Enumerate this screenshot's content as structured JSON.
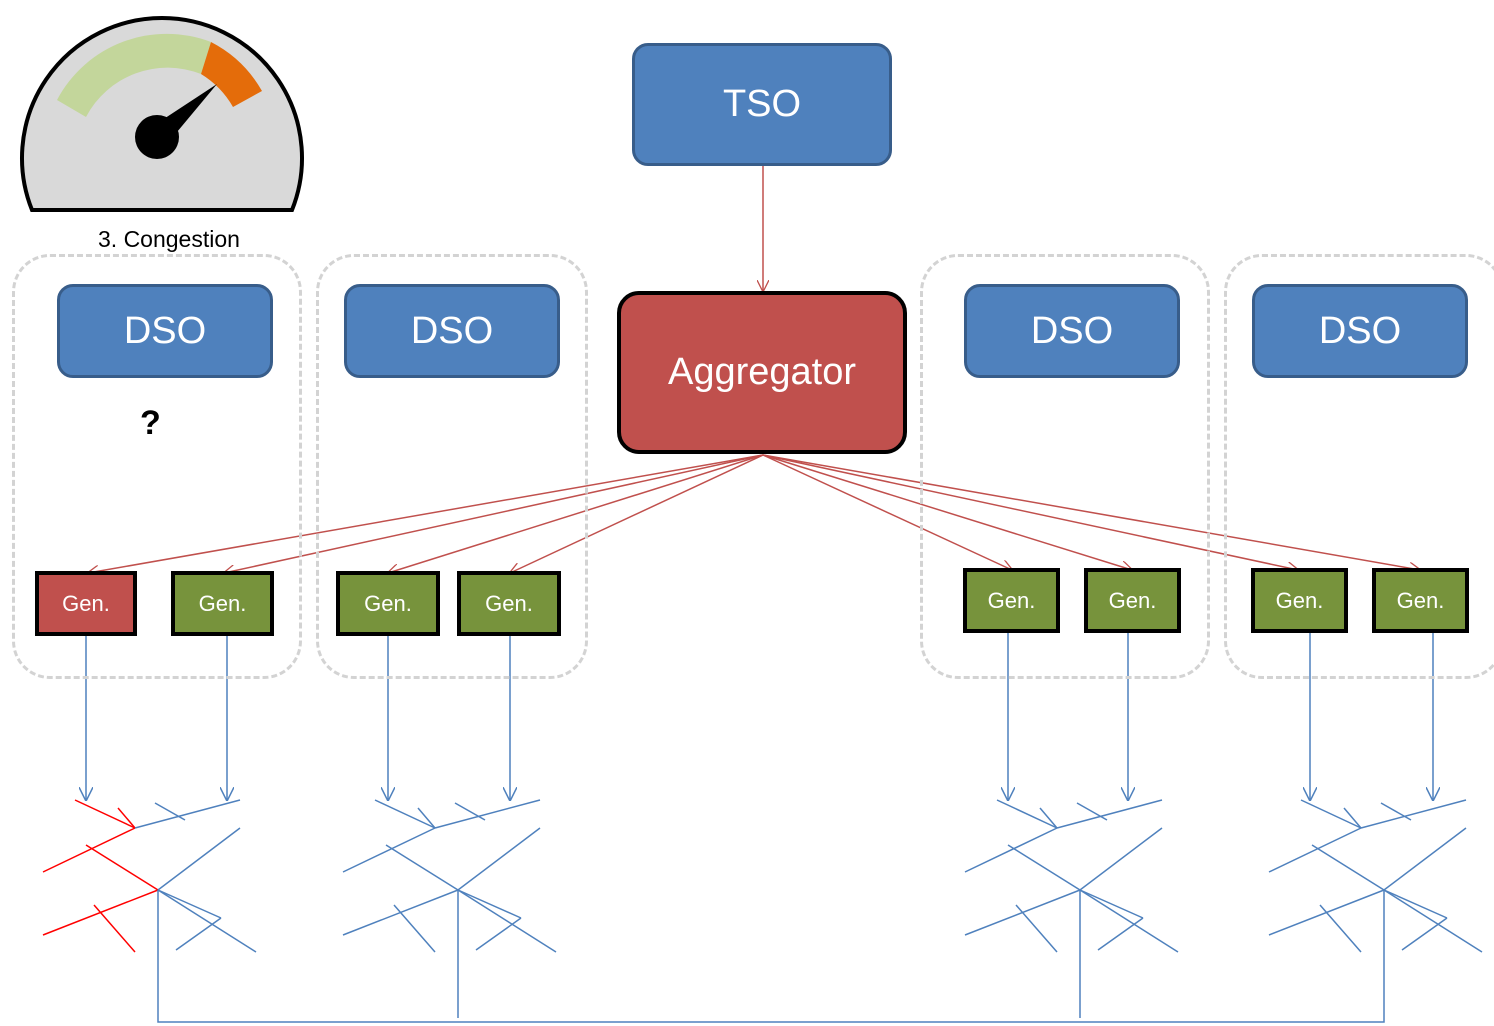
{
  "gauge": {
    "caption": "3. Congestion",
    "colors": {
      "body": "#d9d9d9",
      "normal_band": "#c3d69b",
      "alert_band": "#e46c0a",
      "needle": "#000000"
    }
  },
  "tso": {
    "label": "TSO"
  },
  "aggregator": {
    "label": "Aggregator"
  },
  "dso_regions": [
    {
      "label": "DSO",
      "note": "?",
      "generators": [
        {
          "label": "Gen.",
          "status": "congested"
        },
        {
          "label": "Gen.",
          "status": "normal"
        }
      ]
    },
    {
      "label": "DSO",
      "generators": [
        {
          "label": "Gen.",
          "status": "normal"
        },
        {
          "label": "Gen.",
          "status": "normal"
        }
      ]
    },
    {
      "label": "DSO",
      "generators": [
        {
          "label": "Gen.",
          "status": "normal"
        },
        {
          "label": "Gen.",
          "status": "normal"
        }
      ]
    },
    {
      "label": "DSO",
      "generators": [
        {
          "label": "Gen.",
          "status": "normal"
        },
        {
          "label": "Gen.",
          "status": "normal"
        }
      ]
    }
  ],
  "colors": {
    "dso_fill": "#4f81bd",
    "aggregator_fill": "#c0504d",
    "gen_normal": "#77933c",
    "gen_congested": "#c0504d",
    "control_arrow": "#c0504d",
    "power_flow": "#4f81bd",
    "congested_line": "#ff0000",
    "region_border": "#d3d3d3"
  }
}
